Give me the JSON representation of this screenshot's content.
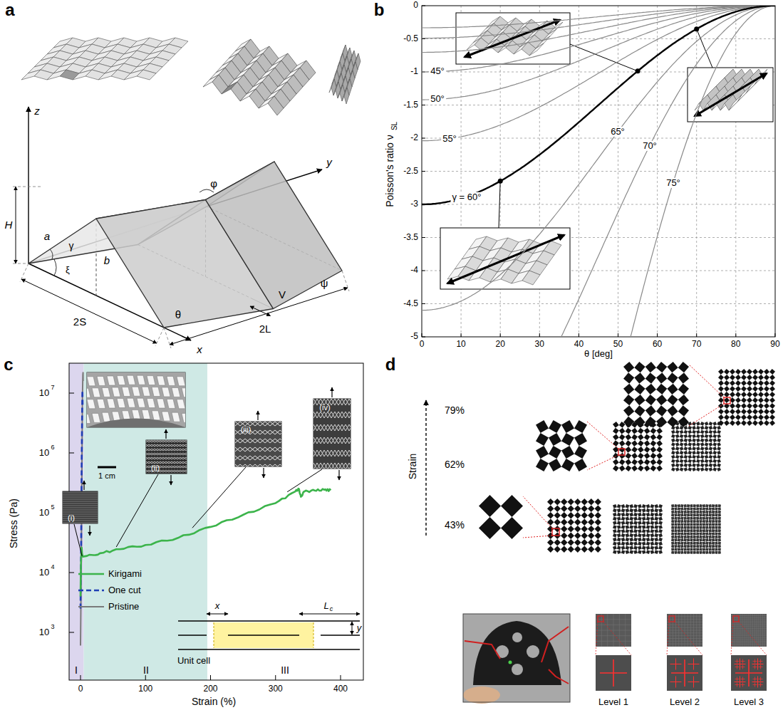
{
  "diagram": {
    "labels": [
      "a",
      "z",
      "φ",
      "a",
      "H",
      "γ",
      "ξ",
      "b",
      "θ",
      "ψ",
      "y",
      "x",
      "2S",
      "2L",
      "V",
      "b",
      "Poisson's ratio ν",
      "SL",
      "0",
      "-0.5",
      "-1",
      "-1.5",
      "-2",
      "-2.5",
      "-3",
      "-3.5",
      "-4",
      "-4.5",
      "-5",
      "0",
      "10",
      "20",
      "30",
      "40",
      "50",
      "60",
      "70",
      "80",
      "90",
      "θ [deg]",
      "45°",
      "50°",
      "55°",
      "γ = 60°",
      "65°",
      "70°",
      "75°",
      "c",
      "Stress (Pa)",
      "10",
      "7",
      "10",
      "6",
      "10",
      "5",
      "10",
      "4",
      "10",
      "3",
      "0",
      "100",
      "200",
      "300",
      "400",
      "Strain (%)",
      "I",
      "II",
      "III",
      "1 cm",
      "(i)",
      "(ii)",
      "(iii)",
      "(iv)",
      "x",
      "L",
      "c",
      "y",
      "Unit cell",
      "d",
      "79%",
      "62%",
      "43%",
      "Strain",
      "Level 1",
      "Level 2",
      "Level 3"
    ],
    "legend": [
      {
        "text": "Kirigami"
      },
      {
        "text": "One cut"
      },
      {
        "text": "Pristine"
      }
    ]
  }
}
